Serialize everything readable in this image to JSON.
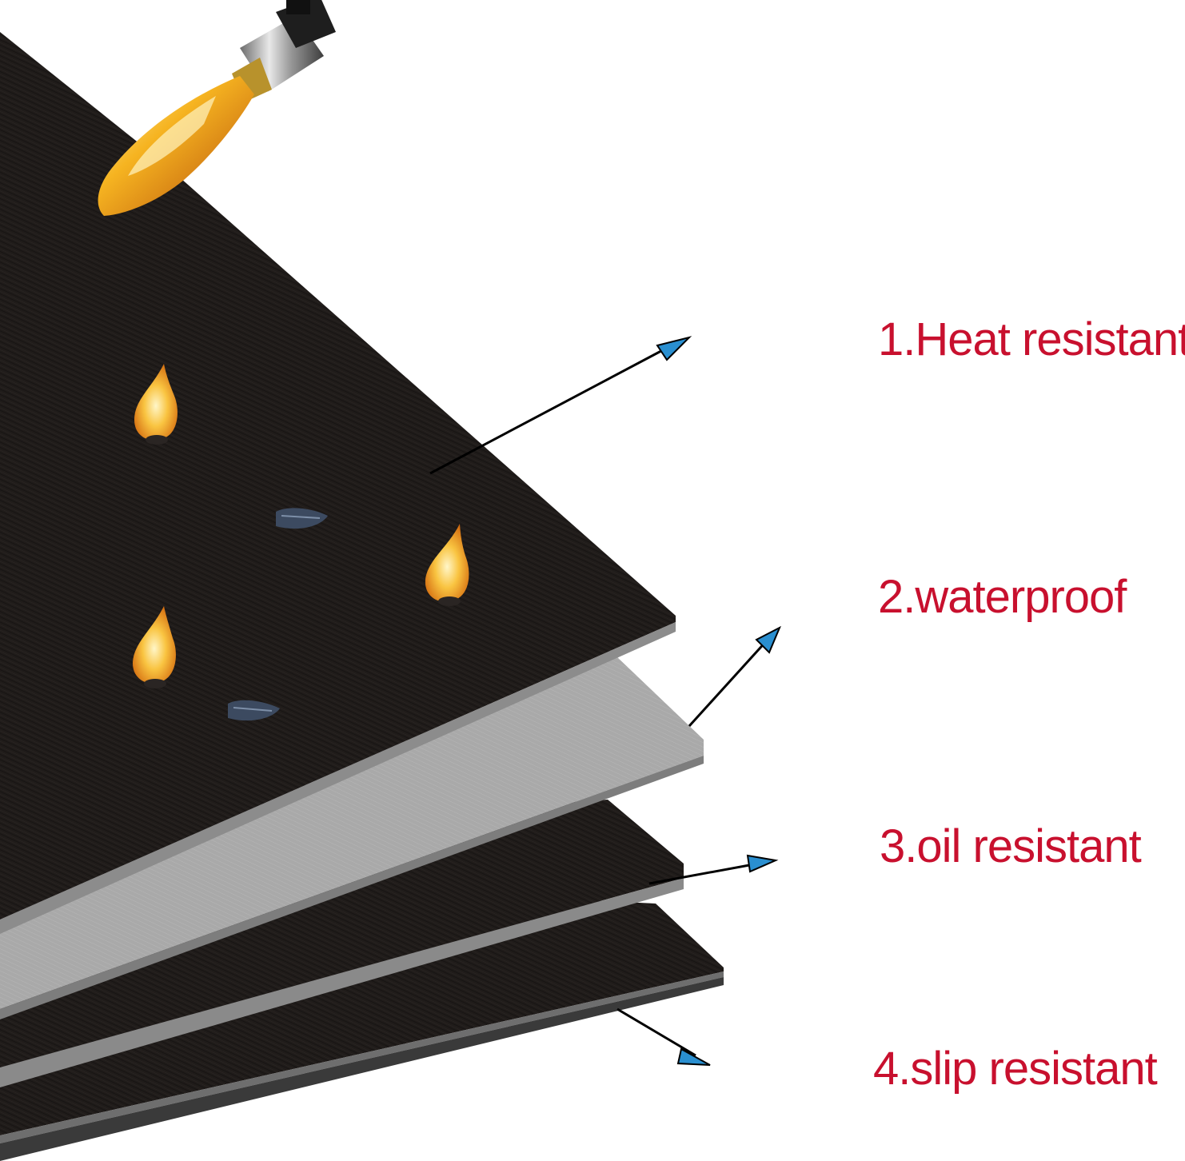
{
  "labels": [
    "1.Heat resistant",
    "2.waterproof",
    "3.oil resistant",
    "4.slip resistant"
  ],
  "colors": {
    "label_text": "#c8102e",
    "background": "#ffffff",
    "mat_dark": "#1f1b19",
    "mat_light": "#a6a6a6",
    "arrow_head": "#2a8fd0",
    "flame": "#f7a51c"
  },
  "icons": [
    "torch-icon",
    "flame-icon",
    "ash-icon"
  ]
}
